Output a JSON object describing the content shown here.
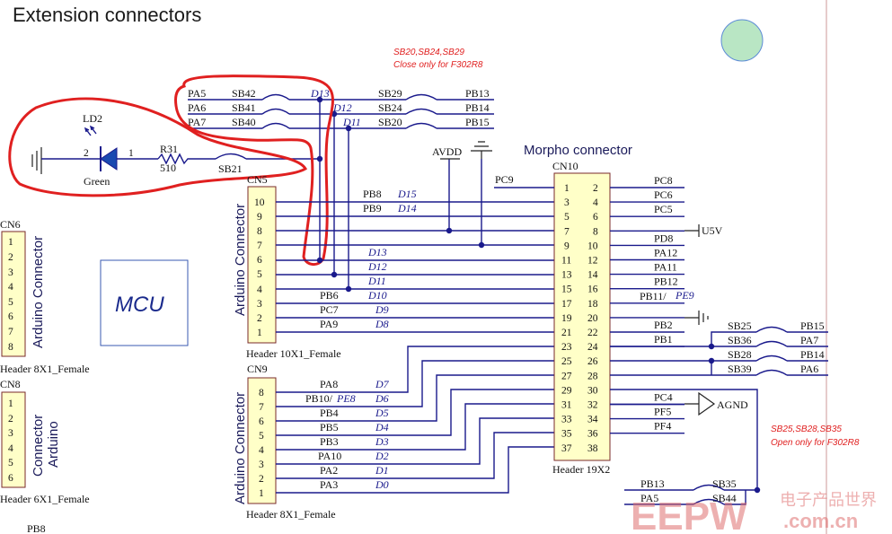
{
  "title": "Extension connectors",
  "solder_note_top": [
    "SB20,SB24,SB29",
    "Close only for F302R8"
  ],
  "solder_note_right": [
    "SB25,SB28,SB35",
    "Open only for F302R8"
  ],
  "mcu_label": "MCU",
  "morpho_title": "Morpho connector",
  "led": {
    "ref": "LD2",
    "color_label": "Green",
    "pin_a": "2",
    "pin_k": "1"
  },
  "resistor": {
    "ref": "R31",
    "value": "510"
  },
  "sb21": "SB21",
  "avdd": "AVDD",
  "u5v": "U5V",
  "agnd": "AGND",
  "top_rows": [
    {
      "left": "PA5",
      "sb": "SB42",
      "d": "D13",
      "sb2": "SB29",
      "right": "PB13"
    },
    {
      "left": "PA6",
      "sb": "SB41",
      "d": "D12",
      "sb2": "SB24",
      "right": "PB14"
    },
    {
      "left": "PA7",
      "sb": "SB40",
      "d": "D11",
      "sb2": "SB20",
      "right": "PB15"
    }
  ],
  "cn6": {
    "ref": "CN6",
    "label": "Arduino Connector",
    "footer": "Header 8X1_Female",
    "pins": [
      "1",
      "2",
      "3",
      "4",
      "5",
      "6",
      "7",
      "8"
    ]
  },
  "cn8": {
    "ref": "CN8",
    "label1": "Connector",
    "label2": "Arduino",
    "footer": "Header 6X1_Female",
    "pins": [
      "1",
      "2",
      "3",
      "4",
      "5",
      "6"
    ]
  },
  "pb8_bottom": "PB8",
  "cn5": {
    "ref": "CN5",
    "label": "Arduino Connector",
    "footer": "Header 10X1_Female",
    "pins": [
      "10",
      "9",
      "8",
      "7",
      "6",
      "5",
      "4",
      "3",
      "2",
      "1"
    ],
    "nets": [
      {
        "pin": "10",
        "name": "PB8",
        "d": "D15"
      },
      {
        "pin": "9",
        "name": "PB9",
        "d": "D14"
      },
      {
        "pin": "8",
        "name": "",
        "d": ""
      },
      {
        "pin": "7",
        "name": "",
        "d": ""
      },
      {
        "pin": "6",
        "name": "",
        "d": "D13"
      },
      {
        "pin": "5",
        "name": "",
        "d": "D12"
      },
      {
        "pin": "4",
        "name": "",
        "d": "D11"
      },
      {
        "pin": "3",
        "name": "PB6",
        "d": "D10"
      },
      {
        "pin": "2",
        "name": "PC7",
        "d": "D9"
      },
      {
        "pin": "1",
        "name": "PA9",
        "d": "D8"
      }
    ]
  },
  "cn9": {
    "ref": "CN9",
    "label": "Arduino Connector",
    "footer": "Header 8X1_Female",
    "pins": [
      "8",
      "7",
      "6",
      "5",
      "4",
      "3",
      "2",
      "1"
    ],
    "nets": [
      {
        "name": "PA8",
        "d": "D7"
      },
      {
        "name": "PB10/",
        "name_ital": "PE8",
        "d": "D6"
      },
      {
        "name": "PB4",
        "d": "D5"
      },
      {
        "name": "PB5",
        "d": "D4"
      },
      {
        "name": "PB3",
        "d": "D3"
      },
      {
        "name": "PA10",
        "d": "D2"
      },
      {
        "name": "PA2",
        "d": "D1"
      },
      {
        "name": "PA3",
        "d": "D0"
      }
    ]
  },
  "cn10": {
    "ref": "CN10",
    "footer": "Header 19X2",
    "left_pins": [
      "1",
      "3",
      "5",
      "7",
      "9",
      "11",
      "13",
      "15",
      "17",
      "19",
      "21",
      "23",
      "25",
      "27",
      "29",
      "31",
      "33",
      "35",
      "37"
    ],
    "right_pins": [
      "2",
      "4",
      "6",
      "8",
      "10",
      "12",
      "14",
      "16",
      "18",
      "20",
      "22",
      "24",
      "26",
      "28",
      "30",
      "32",
      "34",
      "36",
      "38"
    ],
    "left_nets": [
      "PC9"
    ],
    "right_nets": [
      "PC8",
      "PC6",
      "PC5",
      "",
      "PD8",
      "PA12",
      "PA11",
      "PB12",
      "PB11/",
      "",
      "PB2",
      "PB1",
      "",
      "",
      "",
      "PC4",
      "PF5",
      "PF4",
      ""
    ],
    "pe9": "PE9"
  },
  "right_sb": [
    {
      "sb": "SB25",
      "net": "PB15"
    },
    {
      "sb": "SB36",
      "net": "PA7"
    },
    {
      "sb": "SB28",
      "net": "PB14"
    },
    {
      "sb": "SB39",
      "net": "PA6"
    }
  ],
  "bottom_sb": [
    {
      "net": "PB13",
      "sb": "SB35"
    },
    {
      "net": "PA5",
      "sb": "SB44"
    }
  ],
  "watermark": {
    "text": "EEPW",
    "sub": "电子产品世界",
    "url": ".com.cn"
  }
}
